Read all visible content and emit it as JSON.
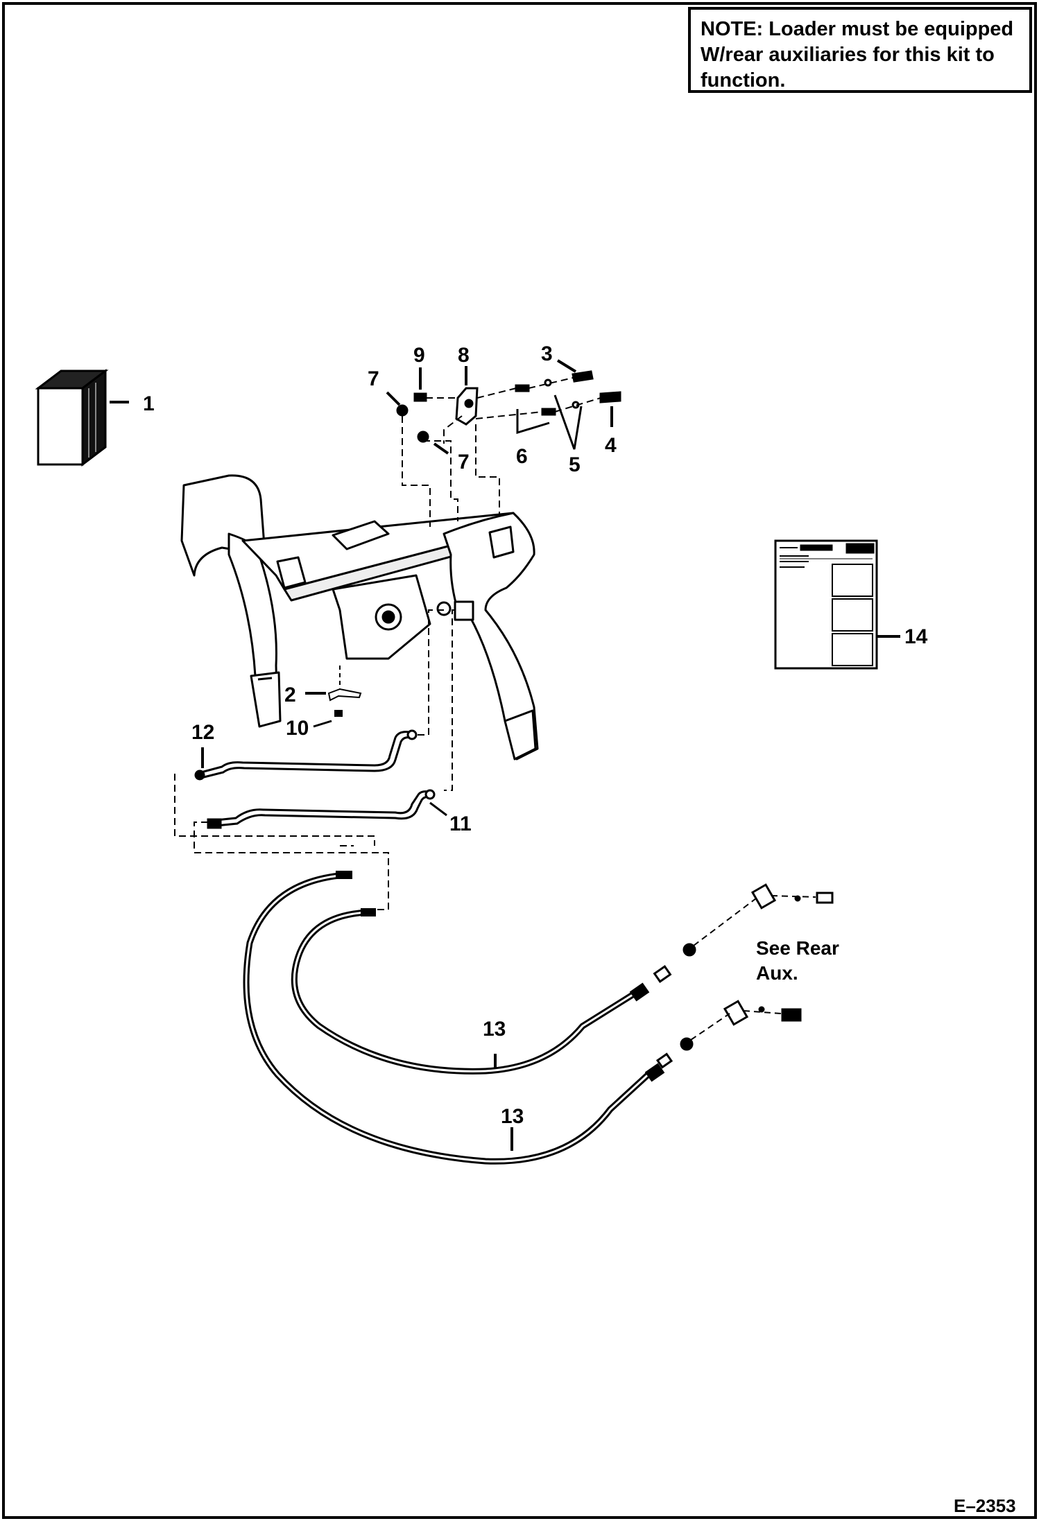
{
  "note": {
    "lines": [
      "NOTE: Loader must be equipped",
      "W/rear auxiliaries for this kit to",
      "function."
    ]
  },
  "callouts": {
    "c1": "1",
    "c2": "2",
    "c3": "3",
    "c4": "4",
    "c5": "5",
    "c6": "6",
    "c7a": "7",
    "c7b": "7",
    "c8": "8",
    "c9": "9",
    "c10": "10",
    "c11": "11",
    "c12": "12",
    "c13a": "13",
    "c13b": "13",
    "c14": "14"
  },
  "reference": {
    "line1": "See Rear",
    "line2": "Aux."
  },
  "drawing_code": "E–2353"
}
